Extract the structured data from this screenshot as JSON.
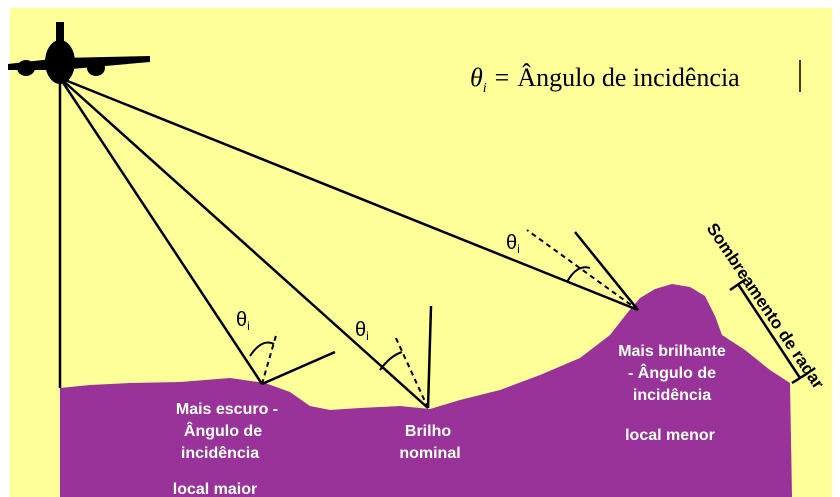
{
  "colors": {
    "background": "#FFFF99",
    "terrain": "#993399",
    "line": "#000000",
    "label": "#ffffff"
  },
  "legend": {
    "theta": "θ",
    "subscript": "i",
    "equals": "=",
    "text": "Ângulo de incidência"
  },
  "angle_label": {
    "theta": "θ",
    "subscript": "i"
  },
  "labels": {
    "dark": {
      "line1": "Mais escuro -",
      "line2": "Ângulo de",
      "line3": "incidência",
      "line4": "local maior"
    },
    "nominal": {
      "line1": "Brilho",
      "line2": "nominal"
    },
    "bright": {
      "line1": "Mais brilhante",
      "line2": "- Ângulo de",
      "line3": "incidência",
      "line4": "local menor"
    },
    "shadow": "Sombreamento de radar"
  },
  "icons": {
    "aircraft": "airplane-icon"
  }
}
